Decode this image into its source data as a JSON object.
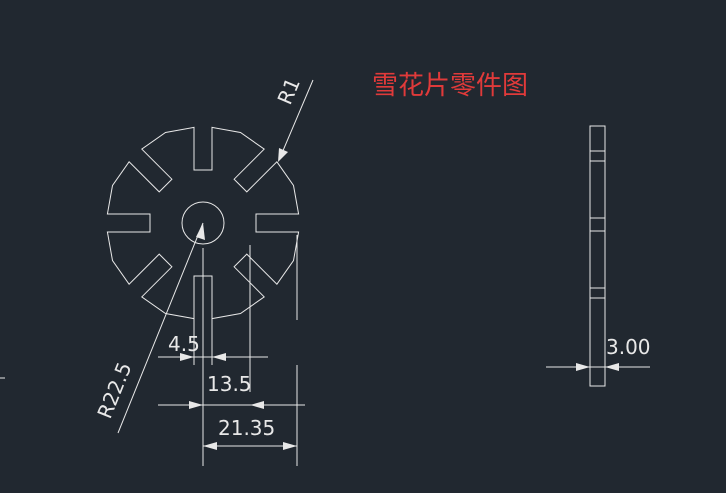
{
  "drawing": {
    "title": "雪花片零件图",
    "title_color": "#e03a3a",
    "background_color": "#212830",
    "line_color": "#e8e8e8"
  },
  "dimensions": {
    "radius_outer": "R22.5",
    "radius_fillet": "R1",
    "slot_width": "4.5",
    "slot_depth": "13.5",
    "center_to_edge": "21.35",
    "thickness": "3.00"
  }
}
